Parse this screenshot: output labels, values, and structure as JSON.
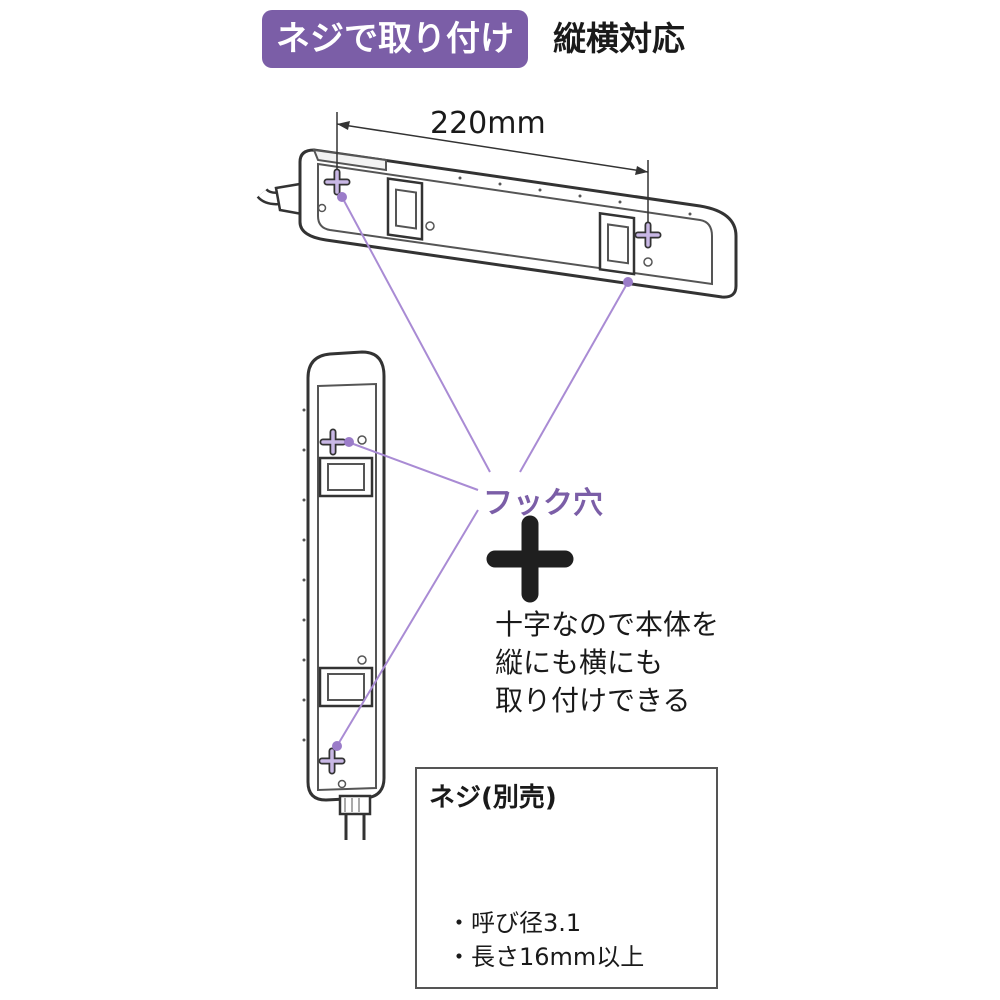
{
  "header": {
    "badge_text": "ネジで取り付け",
    "subtitle": "縦横対応"
  },
  "dimension": {
    "label": "220mm"
  },
  "hook": {
    "label": "フック穴"
  },
  "description": {
    "lines": [
      "十字なので本体を",
      "縦にも横にも",
      "取り付けできる"
    ]
  },
  "screw": {
    "title": "ネジ(別売)",
    "specs": [
      "・呼び径3.1",
      "・長さ16mm以上"
    ]
  },
  "colors": {
    "accent": "#7b5ea7",
    "line": "#a98bd4",
    "dot": "#9b7cc9",
    "outline": "#333333"
  }
}
